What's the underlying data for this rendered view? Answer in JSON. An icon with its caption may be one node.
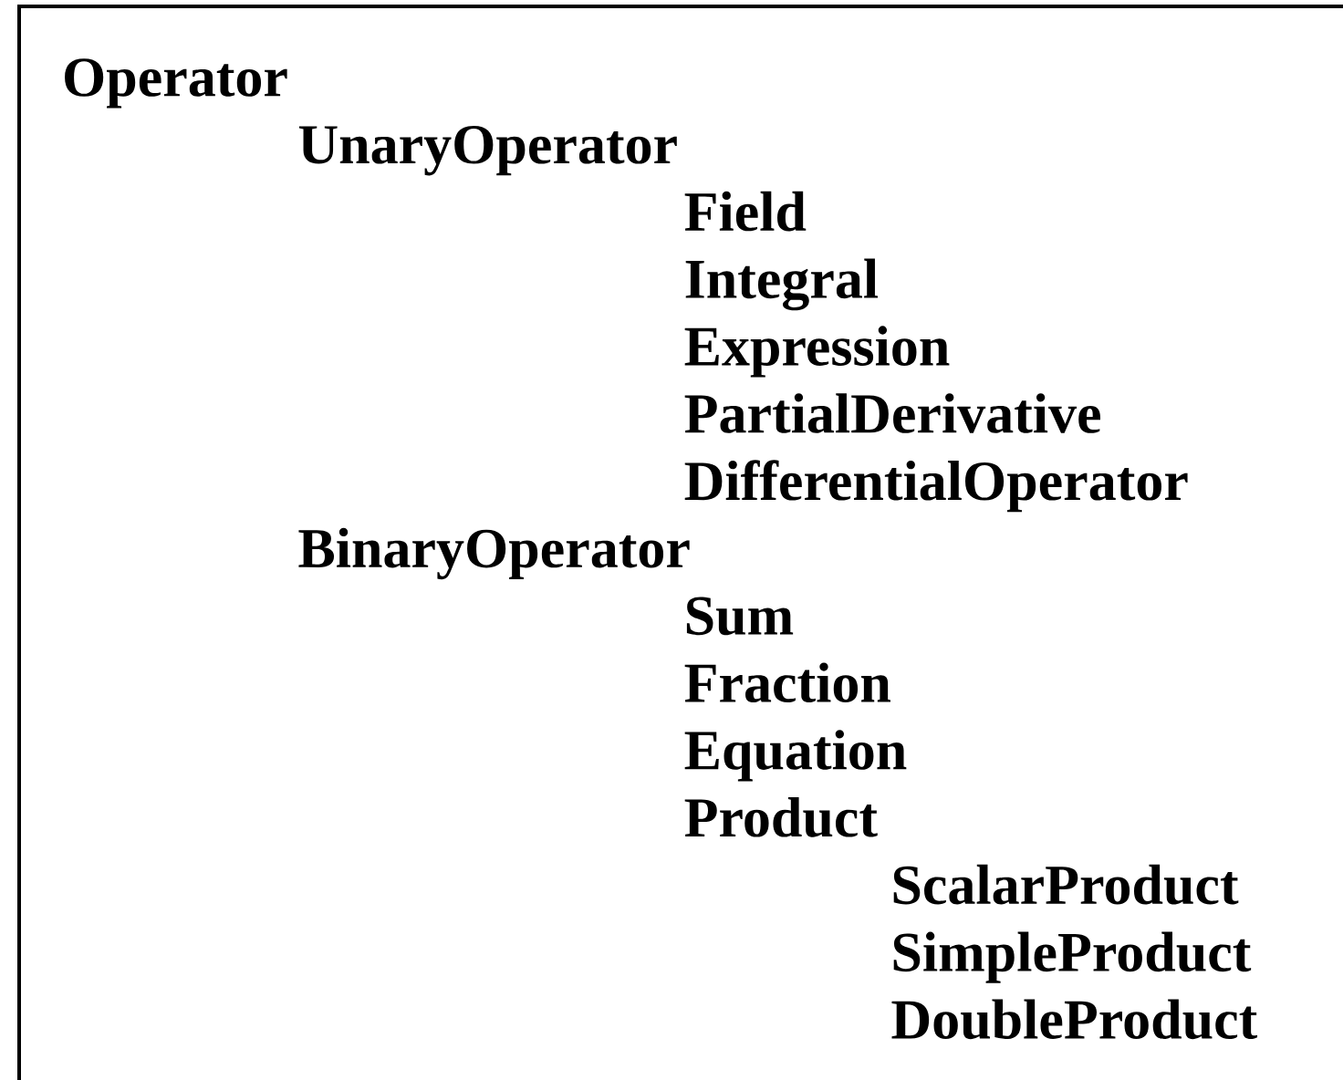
{
  "diagram": {
    "labels": [
      "Operator",
      "UnaryOperator",
      "Field",
      "Integral",
      "Expression",
      "PartialDerivative",
      "DifferentialOperator",
      "BinaryOperator",
      "Sum",
      "Fraction",
      "Equation",
      "Product",
      "ScalarProduct",
      "SimpleProduct",
      "DoubleProduct"
    ]
  }
}
